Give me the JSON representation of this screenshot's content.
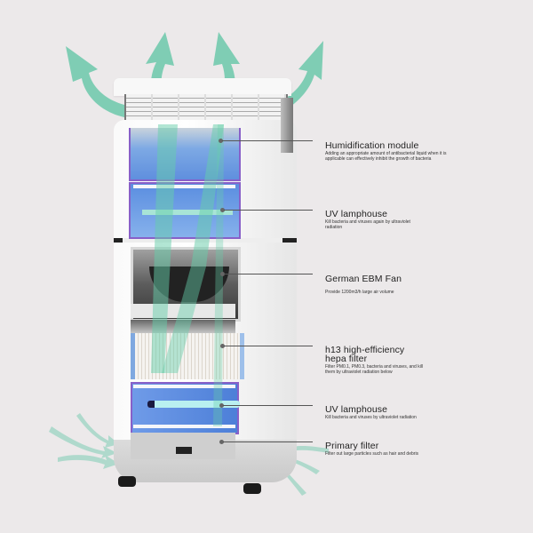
{
  "diagram": {
    "subject": "Air purifier cutaway",
    "colors": {
      "background": "#ece9ea",
      "airflow_arrow": "#7fcdb4",
      "uv_chamber": "#5f8fde",
      "frame_accent": "#8860c8",
      "leader_line": "#555555"
    },
    "callouts": [
      {
        "title": "Humidification module",
        "description": "Adding an appropriate amount of antibacterial liquid when it is applicable can effectively inhibit the growth of bacteria"
      },
      {
        "title": "UV lamphouse",
        "description": "Kill bacteria and viruses again by ultraviolet radiation"
      },
      {
        "title": "German EBM Fan",
        "description": "Provide 1200m3/h large air volume"
      },
      {
        "title": "h13 high-efficiency hepa filter",
        "title_line1": "h13 high-efficiency",
        "title_line2": "hepa filter",
        "description": "Filter PM0.1, PM0.3, bacteria and viruses, and kill them by ultraviolet radiation below"
      },
      {
        "title": "UV lamphouse",
        "description": "Kill bacteria and viruses by ultraviolet radiation"
      },
      {
        "title": "Primary filter",
        "description": "Filter out large particles such as hair and debris"
      }
    ]
  }
}
